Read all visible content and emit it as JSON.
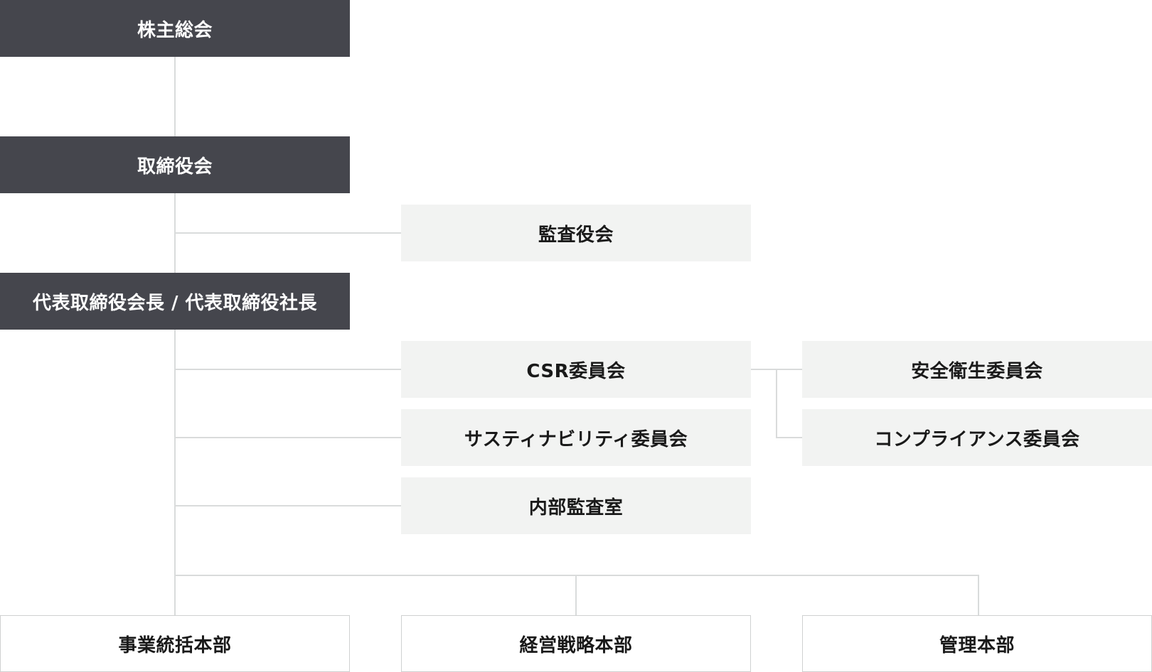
{
  "nodes": {
    "shareholders": "株主総会",
    "board": "取締役会",
    "auditors": "監査役会",
    "chairman_president": "代表取締役会長 / 代表取締役社長",
    "csr_committee": "CSR委員会",
    "sustainability_committee": "サスティナビリティ委員会",
    "internal_audit": "内部監査室",
    "safety_health_committee": "安全衛生委員会",
    "compliance_committee": "コンプライアンス委員会",
    "business_division": "事業統括本部",
    "strategy_division": "経営戦略本部",
    "admin_division": "管理本部"
  },
  "colors": {
    "dark_box": "#45464d",
    "light_box": "#f2f3f2",
    "connector": "#d9dbdb",
    "outline_border": "#cfd1d1"
  }
}
